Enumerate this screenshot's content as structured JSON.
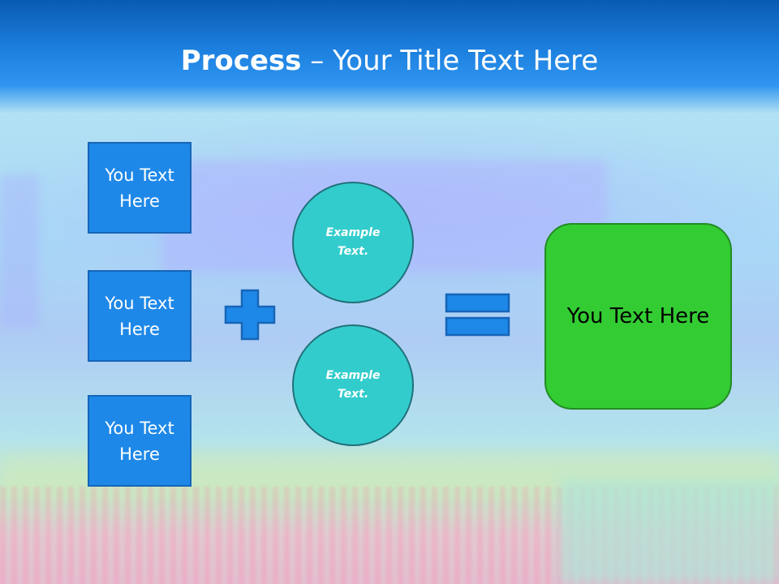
{
  "title": {
    "bold": "Process",
    "rest": " – Your Title Text Here"
  },
  "left_boxes": [
    {
      "label": "You Text Here"
    },
    {
      "label": "You Text Here"
    },
    {
      "label": "You Text Here"
    }
  ],
  "circles": [
    {
      "label": "Example Text."
    },
    {
      "label": "Example Text."
    }
  ],
  "result": {
    "label": "You Text Here"
  },
  "colors": {
    "title_bar": "#1c7fde",
    "box_fill": "#1e88e8",
    "circle_fill": "#33cccc",
    "result_fill": "#33cc33",
    "operator_fill": "#1e88e8"
  },
  "icons": {
    "plus": "plus-icon",
    "equals": "equals-icon"
  }
}
